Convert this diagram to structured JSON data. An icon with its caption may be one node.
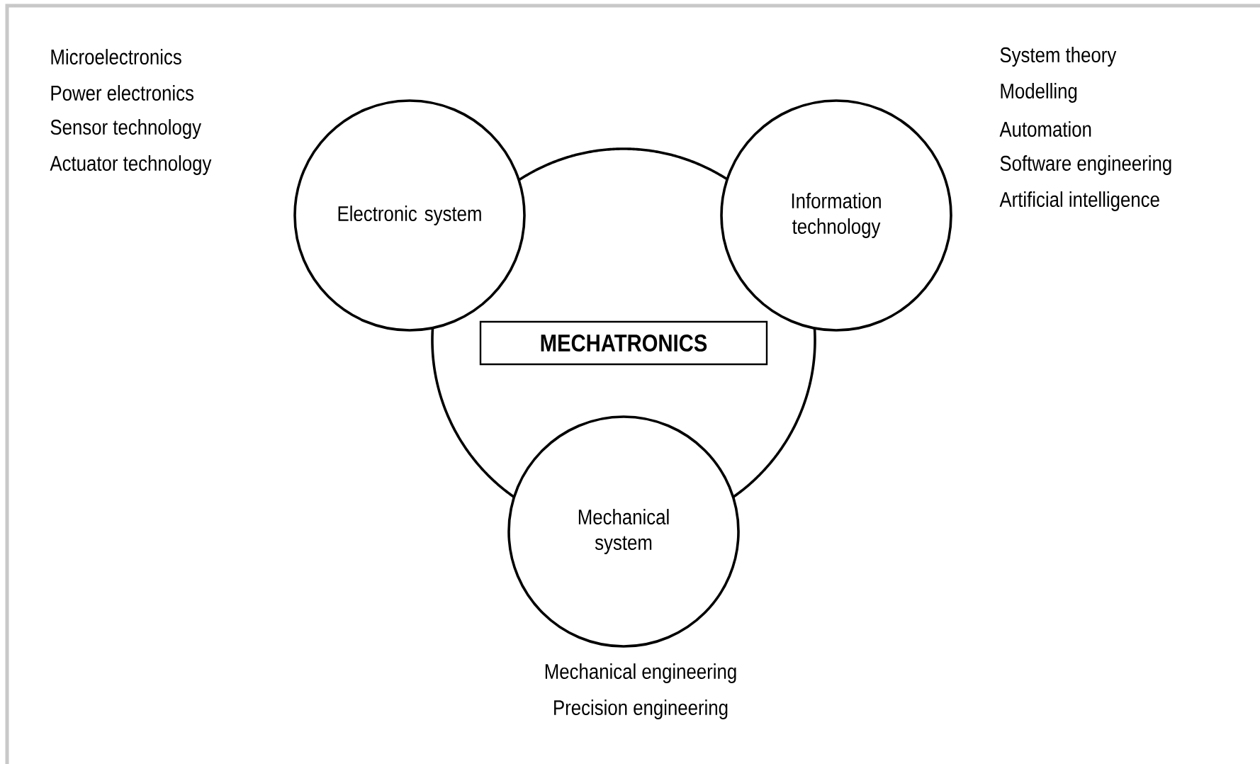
{
  "diagram": {
    "nodes": [
      {
        "text": [],
        "shape": "circle"
      },
      {
        "text": [
          "MECHATRONICS"
        ],
        "in": 0
      },
      {
        "text": [
          "Electronic system"
        ],
        "beside": [
          "Microelectronics",
          "Power electronics",
          "Sensor technology",
          "Actuator technology"
        ]
      },
      {
        "text": [
          "Information technology"
        ],
        "beside": [
          "System theory",
          "Modelling",
          "Automation",
          "Software engineering",
          "Artificial intelligence"
        ]
      },
      {
        "text": [
          "Mechanical system"
        ],
        "beside": [
          "Mechanical engineering",
          "Precision engineering"
        ]
      }
    ]
  }
}
